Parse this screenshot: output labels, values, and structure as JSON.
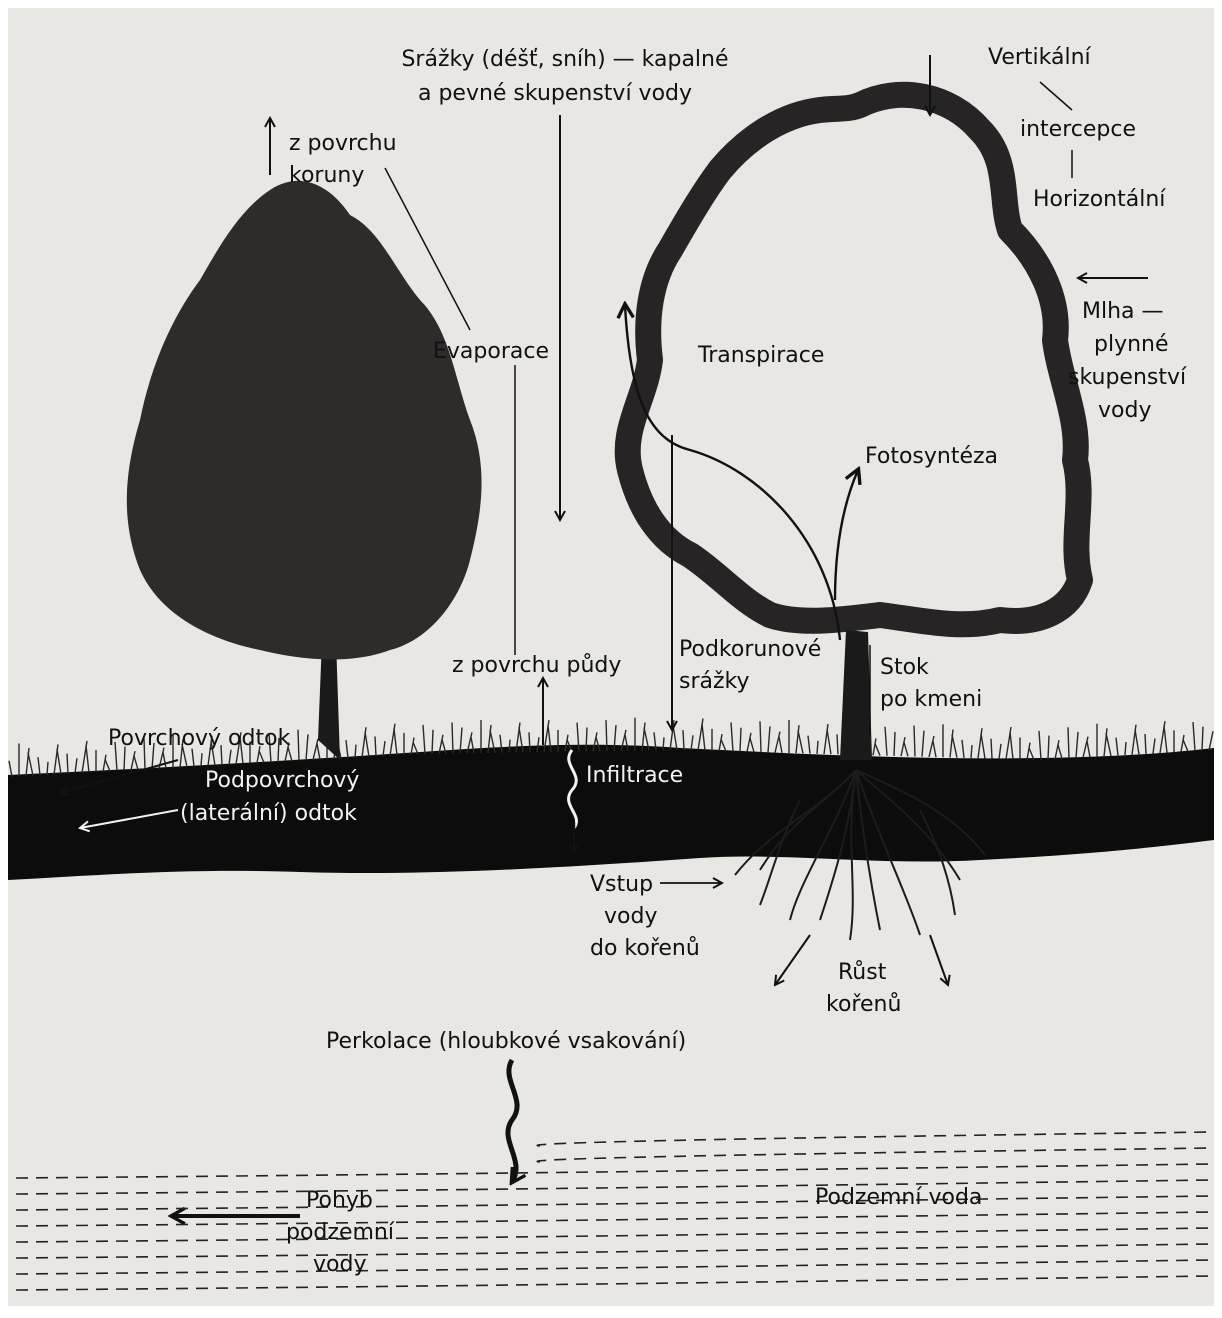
{
  "colors": {
    "paper": "#e9e7e3",
    "ink": "#111111",
    "soil": "#0c0c0c",
    "canopy": "#2e2b2b",
    "text_on_soil": "#f2f2f2"
  },
  "labels": {
    "precip_line1": "Srážky (déšť, sníh) — kapalné",
    "precip_line2": "a pevné skupenství vody",
    "crown_line1": "z povrchu",
    "crown_line2": "koruny",
    "evaporace": "Evaporace",
    "soil_surface": "z povrchu půdy",
    "vertical": "Vertikální",
    "interception": "intercepce",
    "horizontal": "Horizontální",
    "fog_line1": "Mlha —",
    "fog_line2": "plynné",
    "fog_line3": "skupenství",
    "fog_line4": "vody",
    "transpirace": "Transpirace",
    "fotosynteza": "Fotosyntéza",
    "throughfall_line1": "Podkorunové",
    "throughfall_line2": "srážky",
    "stemflow_line1": "Stok",
    "stemflow_line2": "po kmeni",
    "surface_runoff": "Povrchový odtok",
    "subsurface_line1": "Podpovrchový",
    "subsurface_line2": "(laterální) odtok",
    "infiltrace": "Infiltrace",
    "root_uptake_line1": "Vstup",
    "root_uptake_line2": "vody",
    "root_uptake_line3": "do kořenů",
    "root_growth_line1": "Růst",
    "root_growth_line2": "kořenů",
    "percolation": "Perkolace (hloubkové vsakování)",
    "gw_flow_line1": "Pohyb",
    "gw_flow_line2": "podzemní",
    "gw_flow_line3": "vody",
    "groundwater": "Podzemní voda"
  }
}
